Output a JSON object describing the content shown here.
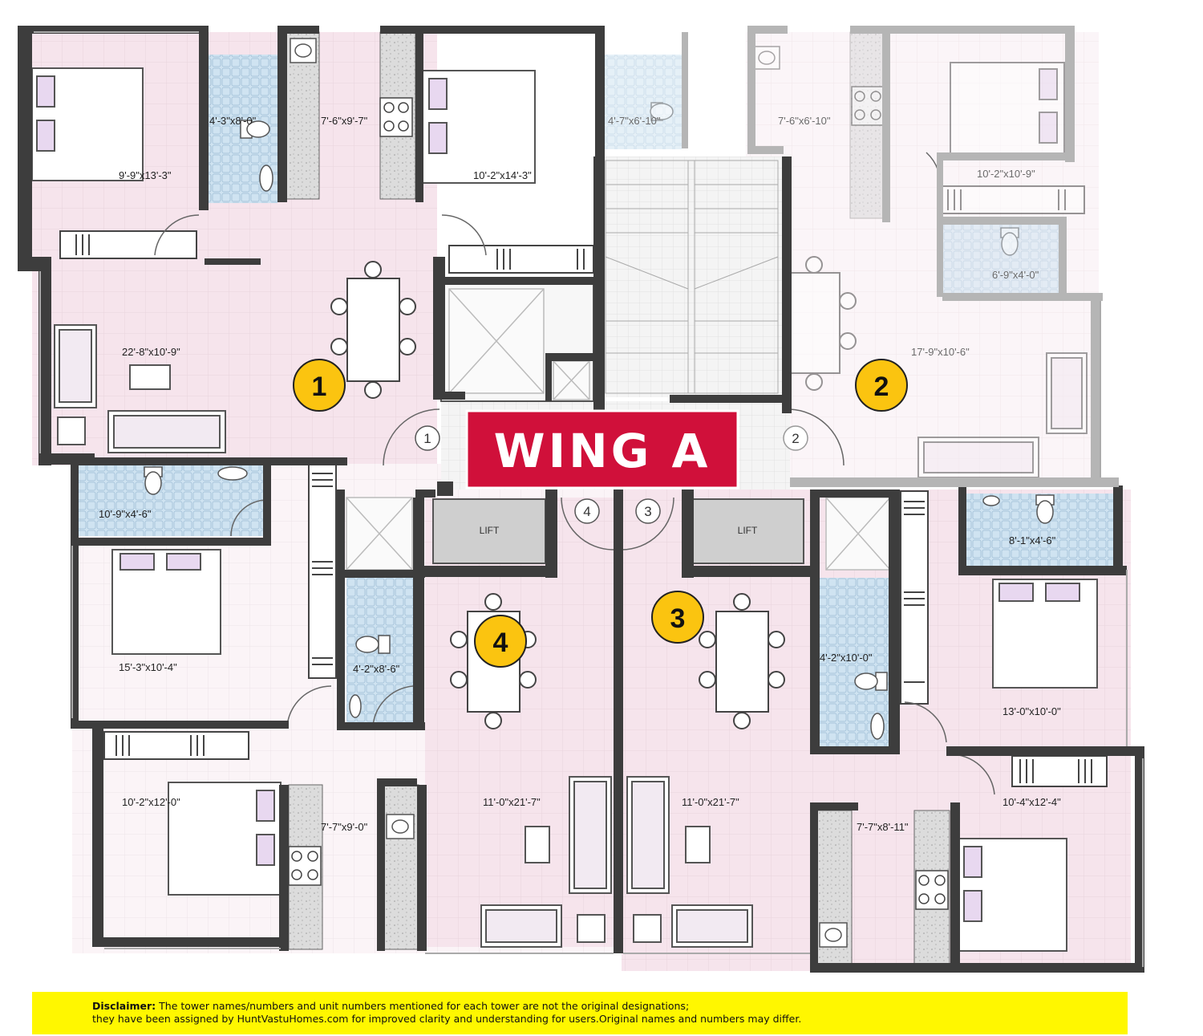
{
  "colors": {
    "pink": "#f6e4ec",
    "bath_blue": "#cfe3f1",
    "wall": "#3d3d3d",
    "wing_red": "#d0103a",
    "marker_yellow": "#fbc410",
    "disclaimer_yellow": "#fff700"
  },
  "wing_label": "WING A",
  "lift_label": "LIFT",
  "unit_markers": [
    "1",
    "2",
    "3",
    "4"
  ],
  "door_markers": [
    "1",
    "2",
    "3",
    "4"
  ],
  "room_dimensions": {
    "u1_bed_left": "9'-9\"x13'-3\"",
    "u1_bath": "4'-3\"x8'-0\"",
    "u1_kitchen": "7'-6\"x9'-7\"",
    "u1_bed_right": "10'-2\"x14'-3\"",
    "u1_living": "22'-8\"x10'-9\"",
    "u2_bath_top": "4'-7\"x6'-10\"",
    "u2_kitchen": "7'-6\"x6'-10\"",
    "u2_bed": "10'-2\"x10'-9\"",
    "u2_bath": "6'-9\"x4'-0\"",
    "u2_living": "17'-9\"x10'-6\"",
    "u4_bath_top": "10'-9\"x4'-6\"",
    "u4_bed_top": "15'-3\"x10'-4\"",
    "u4_bath_mid": "4'-2\"x8'-6\"",
    "u4_bed_bottom": "10'-2\"x12'-0\"",
    "u4_kitchen": "7'-7\"x9'-0\"",
    "u4_living": "11'-0\"x21'-7\"",
    "u3_living": "11'-0\"x21'-7\"",
    "u3_bath_mid": "4'-2\"x10'-0\"",
    "u3_bath_top": "8'-1\"x4'-6\"",
    "u3_bed_top": "13'-0\"x10'-0\"",
    "u3_bed_bottom": "10'-4\"x12'-4\"",
    "u3_kitchen": "7'-7\"x8'-11\""
  },
  "disclaimer": {
    "label": "Disclaimer:",
    "line1": " The tower names/numbers and unit numbers mentioned for each tower are not the original designations;",
    "line2": "they have been assigned by HuntVastuHomes.com for improved clarity and understanding for users.Original names and numbers may differ."
  }
}
